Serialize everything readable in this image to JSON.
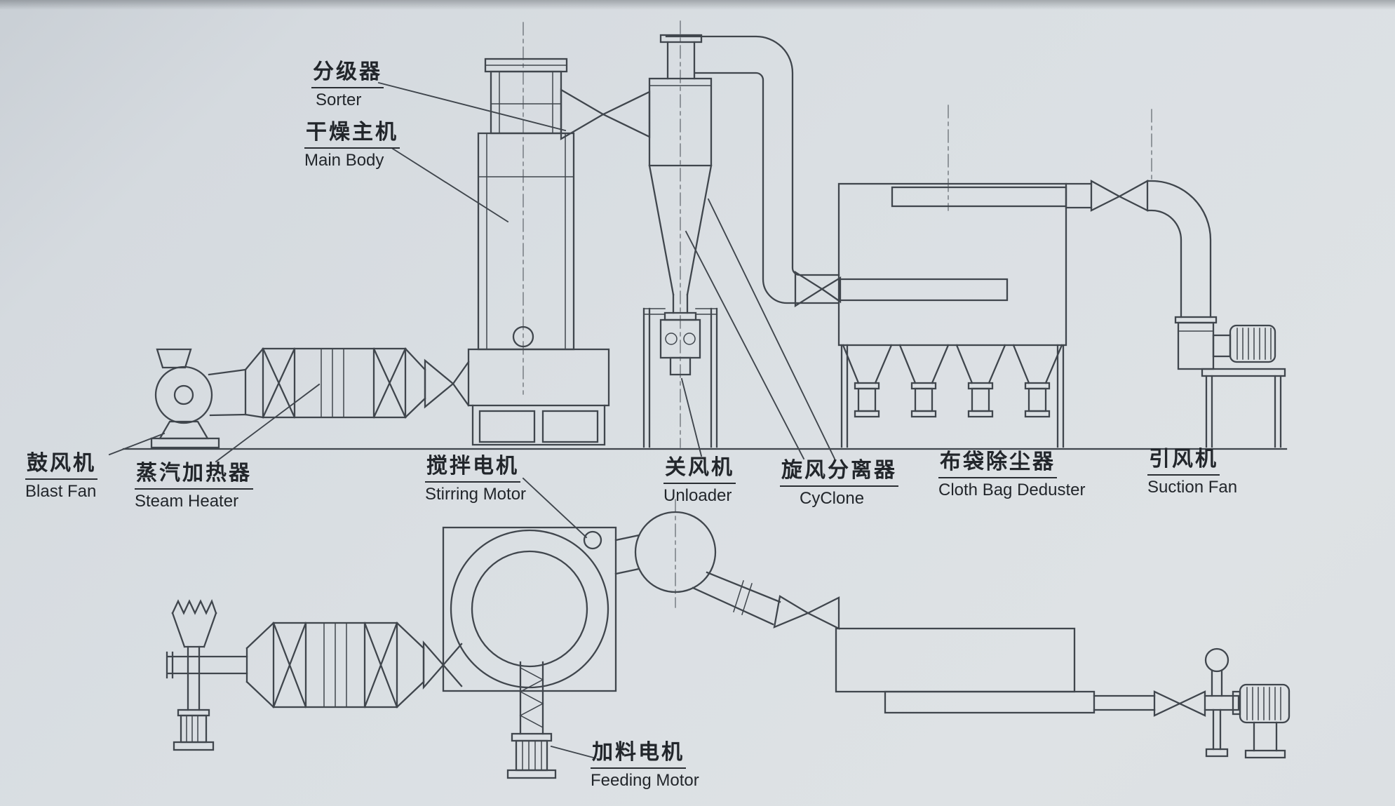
{
  "diagram": {
    "background_color": "#d8dde1",
    "line_color": "#40464d",
    "text_color": "#22262b"
  },
  "labels": {
    "sorter": {
      "zh": "分级器",
      "en": "Sorter"
    },
    "main_body": {
      "zh": "干燥主机",
      "en": "Main Body"
    },
    "blast_fan": {
      "zh": "鼓风机",
      "en": "Blast Fan"
    },
    "steam_heater": {
      "zh": "蒸汽加热器",
      "en": "Steam Heater"
    },
    "stirring_motor": {
      "zh": "搅拌电机",
      "en": "Stirring Motor"
    },
    "unloader": {
      "zh": "关风机",
      "en": "Unloader"
    },
    "cyclone": {
      "zh": "旋风分离器",
      "en": "CyClone"
    },
    "cloth_bag_deduster": {
      "zh": "布袋除尘器",
      "en": "Cloth Bag Deduster"
    },
    "suction_fan": {
      "zh": "引风机",
      "en": "Suction Fan"
    },
    "feeding_motor": {
      "zh": "加料电机",
      "en": "Feeding Motor"
    }
  }
}
